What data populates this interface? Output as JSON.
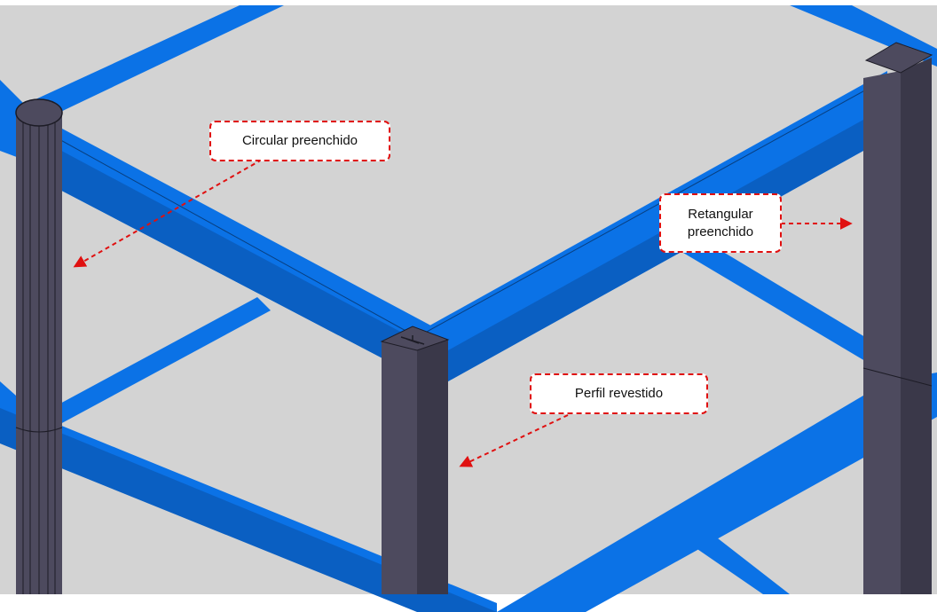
{
  "labels": {
    "circular": "Circular preenchido",
    "retangular": "Retangular\npreenchido",
    "perfil": "Perfil revestido"
  },
  "colors": {
    "slab": "#d3d3d3",
    "beam": "#0b72e6",
    "beam_dark": "#0a5fc2",
    "beam_line": "#083f80",
    "column": "#4d4a5e",
    "column_dark": "#3a3849",
    "column_edge": "#1d1c26",
    "callout_border": "#e01010",
    "arrow": "#e01010"
  }
}
